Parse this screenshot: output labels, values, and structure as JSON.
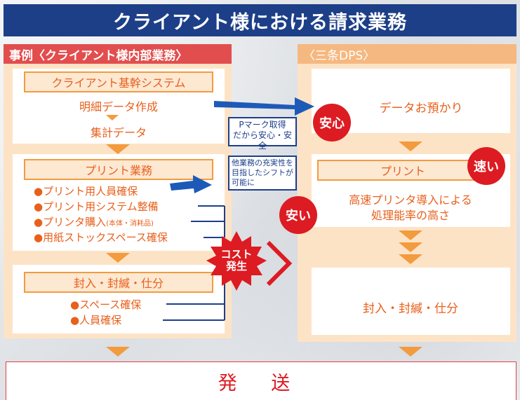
{
  "title": "クライアント様における請求業務",
  "left": {
    "header": "事例〈クライアント様内部業務〉",
    "step1": {
      "box": "クライアント基幹システム",
      "line1": "明細データ作成",
      "line2": "集計データ"
    },
    "step2": {
      "box": "プリント業務",
      "bullets": [
        {
          "text": "●プリント用人員確保",
          "note": ""
        },
        {
          "text": "●プリント用システム整備",
          "note": ""
        },
        {
          "text": "●プリンタ購入",
          "note": "(本体・消耗品)"
        },
        {
          "text": "●用紙ストックスペース確保",
          "note": ""
        }
      ]
    },
    "step3": {
      "box": "封入・封緘・仕分",
      "bullets": [
        "●スペース確保",
        "●人員確保"
      ]
    }
  },
  "right": {
    "header": "〈三条DPS〉",
    "step1": "データお預かり",
    "step2": {
      "box": "プリント",
      "line1": "高速プリンタ導入による",
      "line2": "処理能率の高さ"
    },
    "step3": "封入・封緘・仕分"
  },
  "callouts": {
    "pmark": [
      "Pマーク取得",
      "だから安心・安全"
    ],
    "shift": [
      "他業務の充実性を",
      "目指したシフトが",
      "可能に"
    ]
  },
  "badges": {
    "anshin": "安心",
    "hayai": "速い",
    "yasui": "安い",
    "cost": [
      "コスト",
      "発生"
    ]
  },
  "bottom": "発 送",
  "colors": {
    "navy": "#1d3f88",
    "red": "#dd1b22",
    "orange": "#f39b3f",
    "peach": "#fde3c6"
  }
}
